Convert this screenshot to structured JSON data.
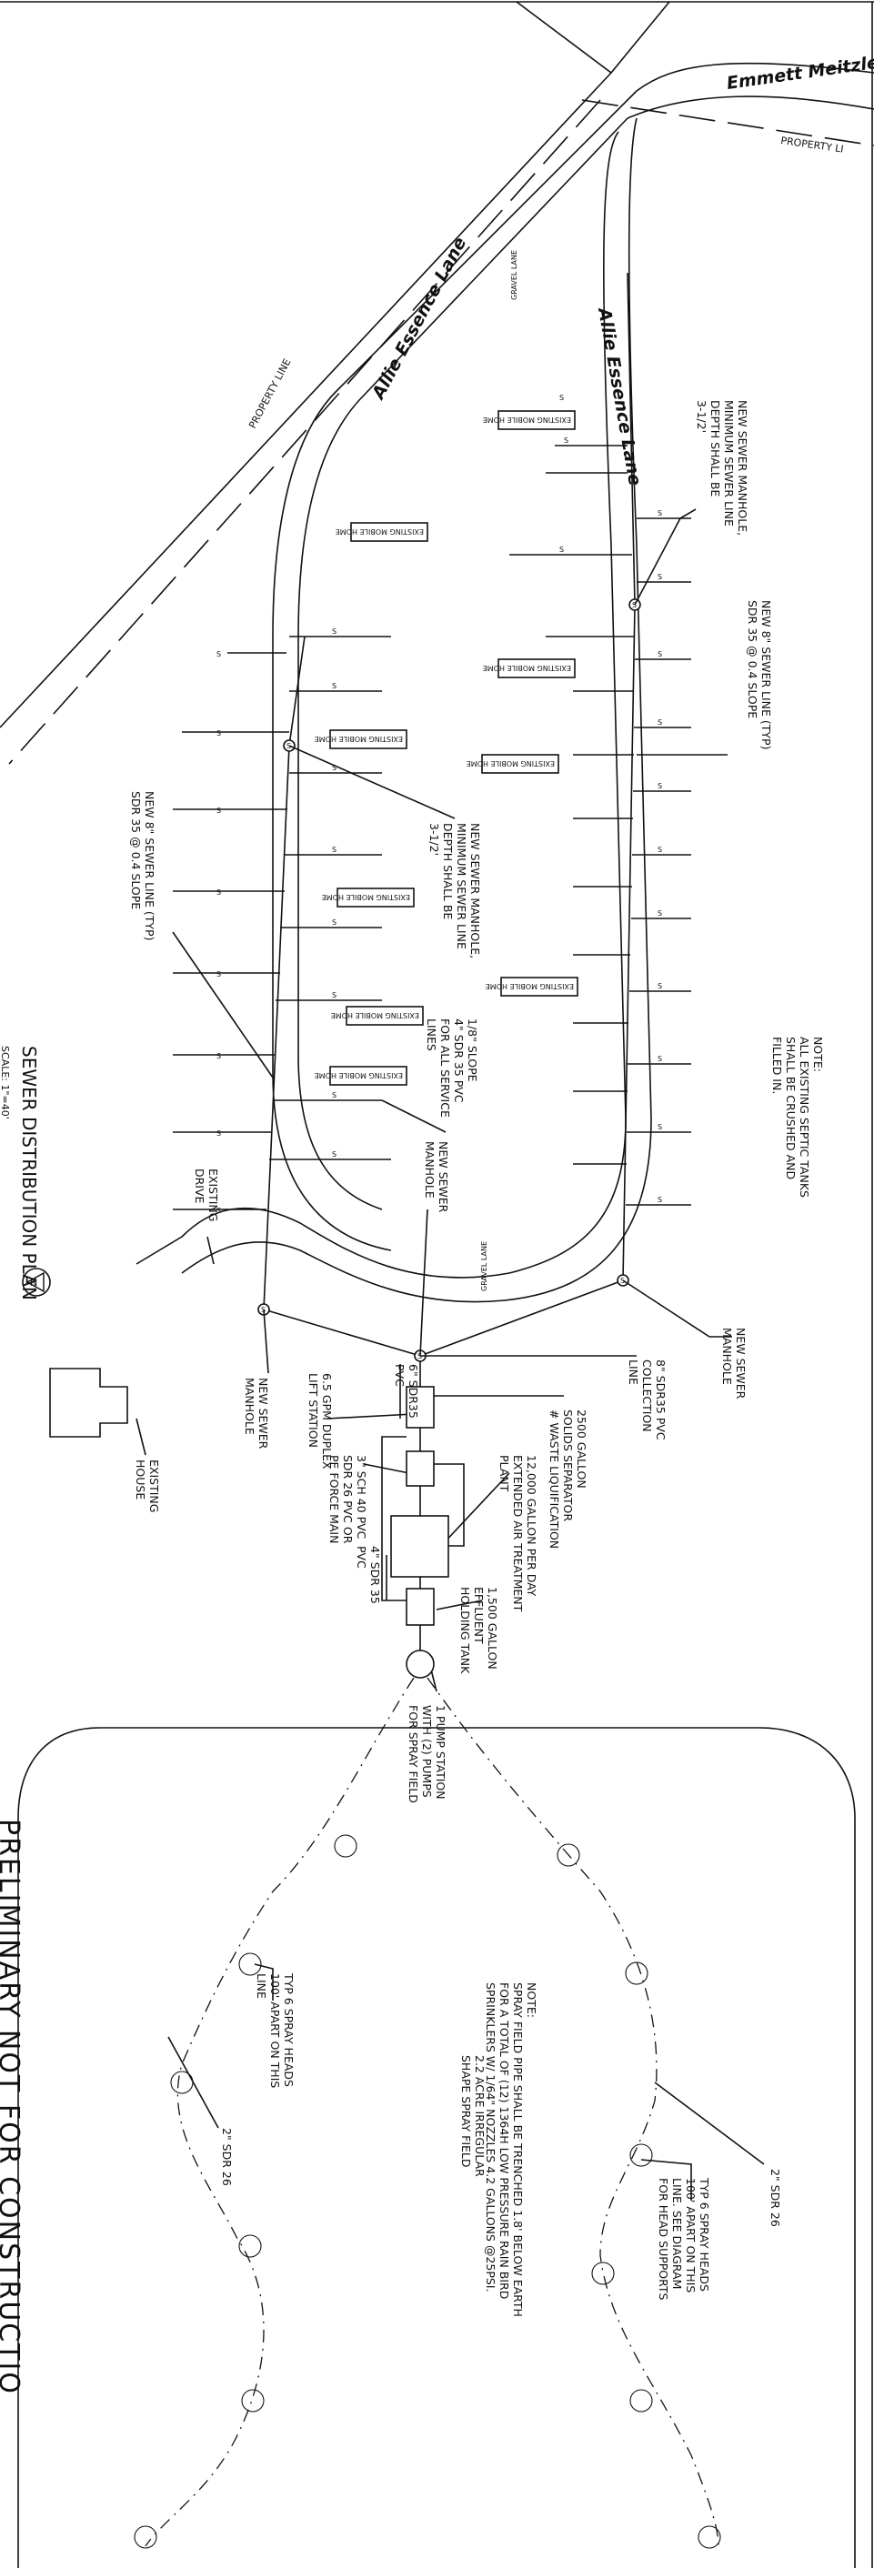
{
  "roads": {
    "emmett": "Emmett Meitzler",
    "allie_upper": "Allie Essence Lane",
    "allie_right": "Allie Essence Lane"
  },
  "property_line": {
    "top_right": "PROPERTY LI",
    "left": "PROPERTY LINE"
  },
  "gravel_lane_top": "GRAVEL LANE",
  "gravel_lane_mid": "GRAVEL LANE",
  "homes": {
    "label": "EXISTING MOBILE HOME"
  },
  "service_label": "S",
  "manholes": {
    "upper_right": [
      "NEW SEWER MANHOLE,",
      "MINIMUM SEWER LINE",
      "DEPTH SHALL BE",
      "3-1/2'"
    ],
    "center": [
      "NEW SEWER MANHOLE,",
      "MINIMUM SEWER LINE",
      "DEPTH SHALL BE",
      "3-1/2'"
    ],
    "bottom_right": [
      "NEW SEWER",
      "MANHOLE"
    ],
    "mid": [
      "NEW SEWER",
      "MANHOLE"
    ],
    "bottom_left": [
      "NEW SEWER",
      "MANHOLE"
    ]
  },
  "sewer_line_right": [
    "NEW 8\" SEWER LINE (TYP)",
    "SDR 35 @ 0.4 SLOPE"
  ],
  "sewer_line_left": [
    "NEW 8\" SEWER LINE (TYP)",
    "SDR 35 @ 0.4 SLOPE"
  ],
  "note_septic": [
    "NOTE:",
    "ALL EXISTING SEPTIC TANKS",
    "SHALL BE CRUSHED AND",
    "FILLED IN."
  ],
  "service_lines": [
    "1/8\" SLOPE",
    "4\" SDR 35 PVC",
    "FOR ALL SERVICE",
    "LINES"
  ],
  "existing_drive": [
    "EXISTING",
    "DRIVE"
  ],
  "existing_house": [
    "EXISTING",
    "HOUSE"
  ],
  "plan_title": "SEWER DISTRIBUTION PLAN",
  "plan_scale": "SCALE: 1\"=40'",
  "north": "N",
  "collection": [
    "8\" SDR35 PVC",
    "COLLECTION",
    "LINE"
  ],
  "six_inch": [
    "6\" SDR35",
    "PVC"
  ],
  "lift_station": [
    "6.5 GPM DUPLEX",
    "LIFT STATION"
  ],
  "separator": [
    "2500 GALLON",
    "SOLIDS SEPARATOR",
    "# WASTE LIQUIFICATION"
  ],
  "treatment": [
    "12,000 GALLON PER DAY",
    "EXTENDED AIR TREATMENT",
    "PLANT"
  ],
  "holding": [
    "1,500 GALLON",
    "EFFLUENT",
    "HOLDING TANK"
  ],
  "four_inch": [
    "4\" SDR 35",
    "PVC"
  ],
  "force_main": [
    "3\" SCH 40 PVC",
    "SDR 26 PVC OR",
    "PE FORCE MAIN"
  ],
  "pump_station": [
    "1 PUMP STATION",
    "WITH (2) PUMPS",
    "FOR SPRAY FIELD"
  ],
  "note_spray": [
    "NOTE:",
    "SPRAY FIELD PIPE SHALL BE TRENCHED 1.8' BELOW EARTH",
    "FOR A TOTAL OF (12) 1364H LOW PRESSURE RAIN BIRD",
    "SPRINKLERS W/ 1/64\" NOZZLES 4.2 GALLONS @25PSI."
  ],
  "spray_field_area": [
    "2.2 ACRE IRREGULAR",
    "SHAPE SPRAY FIELD"
  ],
  "spray_heads_left": [
    "TYP 6 SPRAY HEADS",
    "100' APART ON THIS",
    "LINE"
  ],
  "spray_heads_right": [
    "TYP 6 SPRAY HEADS",
    "100' APART ON THIS",
    "LINE. SEE DIAGRAM",
    "FOR HEAD SUPPORTS"
  ],
  "sdr26_left": "2\" SDR 26",
  "sdr26_right": "2\" SDR 26",
  "bottom_title": "PRELIMINARY NOT FOR CONSTRUCTIO"
}
